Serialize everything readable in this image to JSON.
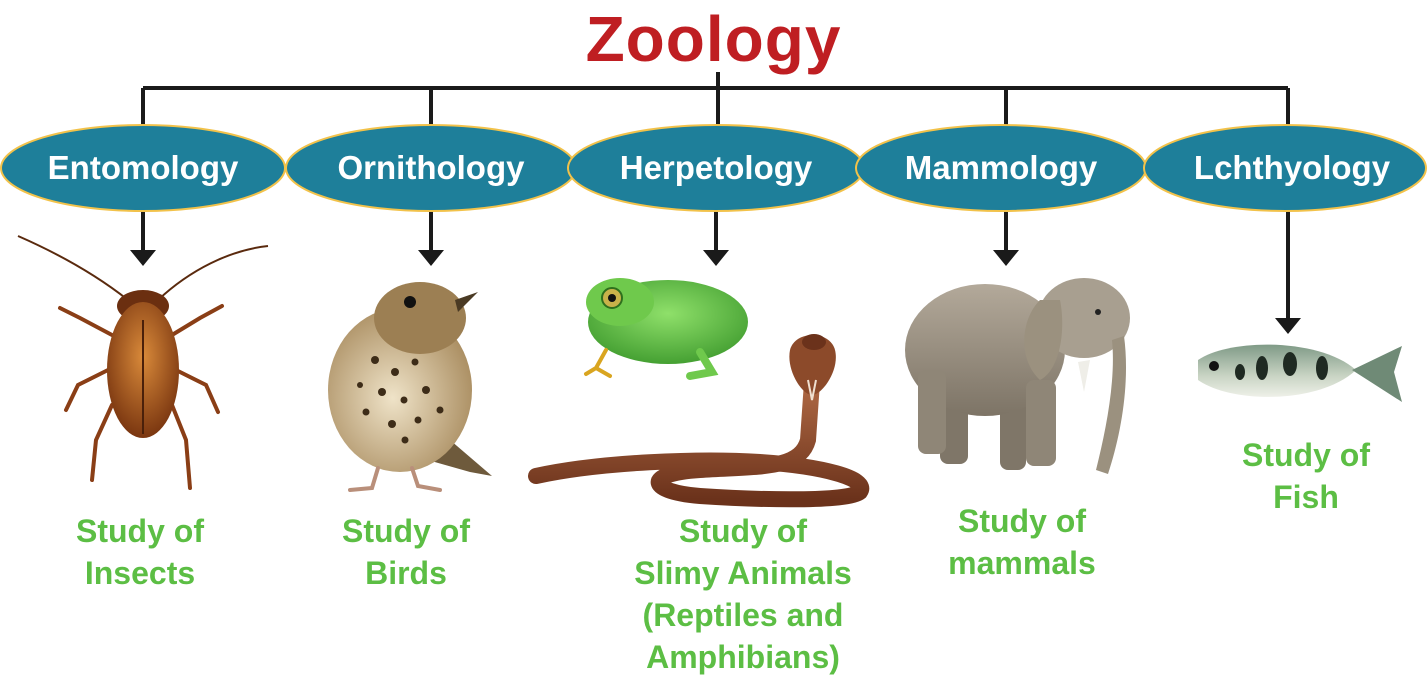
{
  "title": "Zoology",
  "colors": {
    "title": "#bf1e22",
    "oval": "#1e7f9a",
    "caption": "#5cbe44",
    "connector": "#1a1a1a"
  },
  "branches": [
    {
      "label": "Entomology",
      "caption_lines": [
        "Study of",
        "Insects"
      ],
      "animal": "cockroach-illustration"
    },
    {
      "label": "Ornithology",
      "caption_lines": [
        "Study of",
        "Birds"
      ],
      "animal": "thrush-bird-illustration"
    },
    {
      "label": "Herpetology",
      "caption_lines": [
        "Study of",
        "Slimy Animals",
        "(Reptiles and",
        "Amphibians)"
      ],
      "animal": "frog-and-cobra-illustration"
    },
    {
      "label": "Mammology",
      "caption_lines": [
        "Study of",
        "mammals"
      ],
      "animal": "elephant-illustration"
    },
    {
      "label": "Lchthyology",
      "caption_lines": [
        "Study of",
        "Fish"
      ],
      "animal": "fish-illustration"
    }
  ]
}
